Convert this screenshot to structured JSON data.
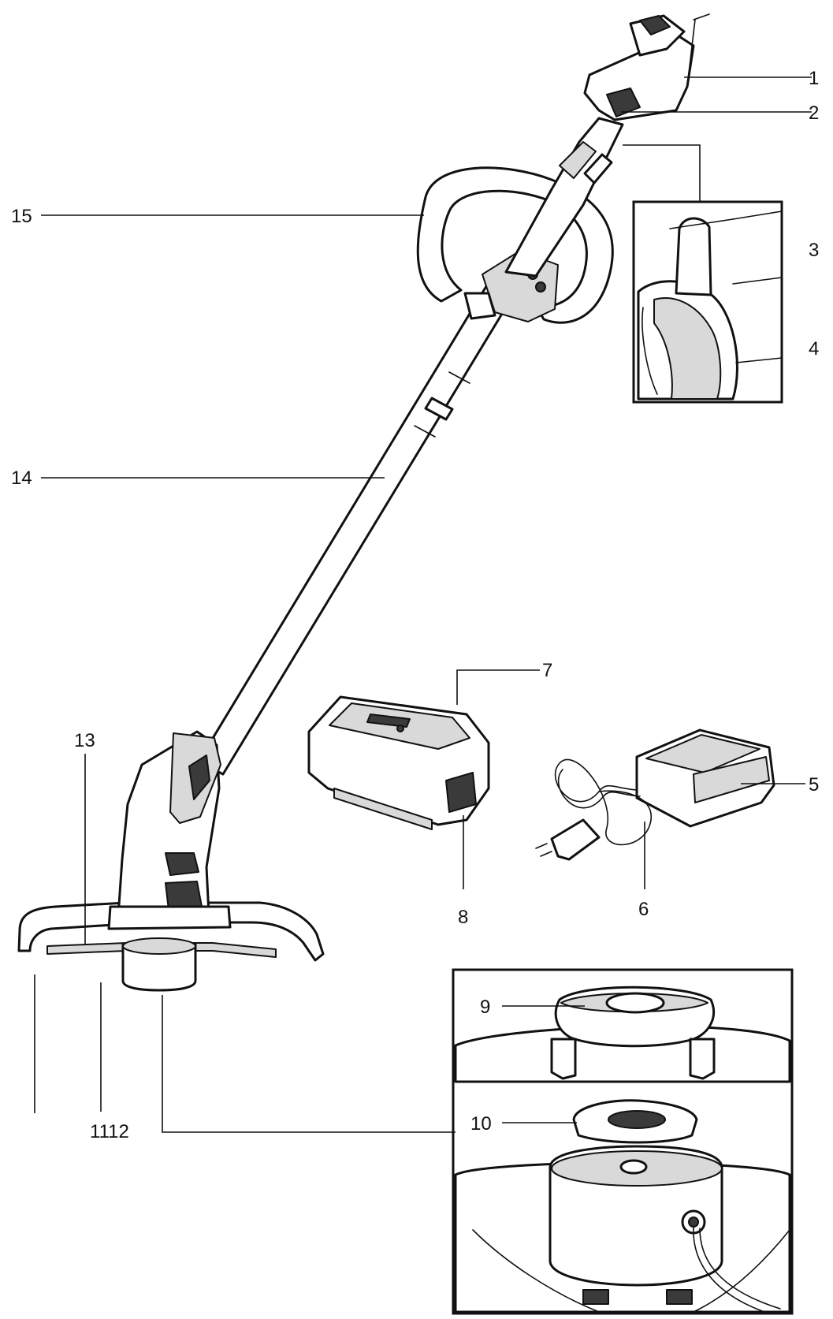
{
  "diagram": {
    "callouts": [
      {
        "id": "1",
        "text": "1"
      },
      {
        "id": "2",
        "text": "2"
      },
      {
        "id": "3",
        "text": "3"
      },
      {
        "id": "4",
        "text": "4"
      },
      {
        "id": "5",
        "text": "5"
      },
      {
        "id": "6",
        "text": "6"
      },
      {
        "id": "7",
        "text": "7"
      },
      {
        "id": "8",
        "text": "8"
      },
      {
        "id": "9",
        "text": "9"
      },
      {
        "id": "10",
        "text": "10"
      },
      {
        "id": "1112",
        "text": "1112"
      },
      {
        "id": "13",
        "text": "13"
      },
      {
        "id": "14",
        "text": "14"
      },
      {
        "id": "15",
        "text": "15"
      }
    ]
  }
}
